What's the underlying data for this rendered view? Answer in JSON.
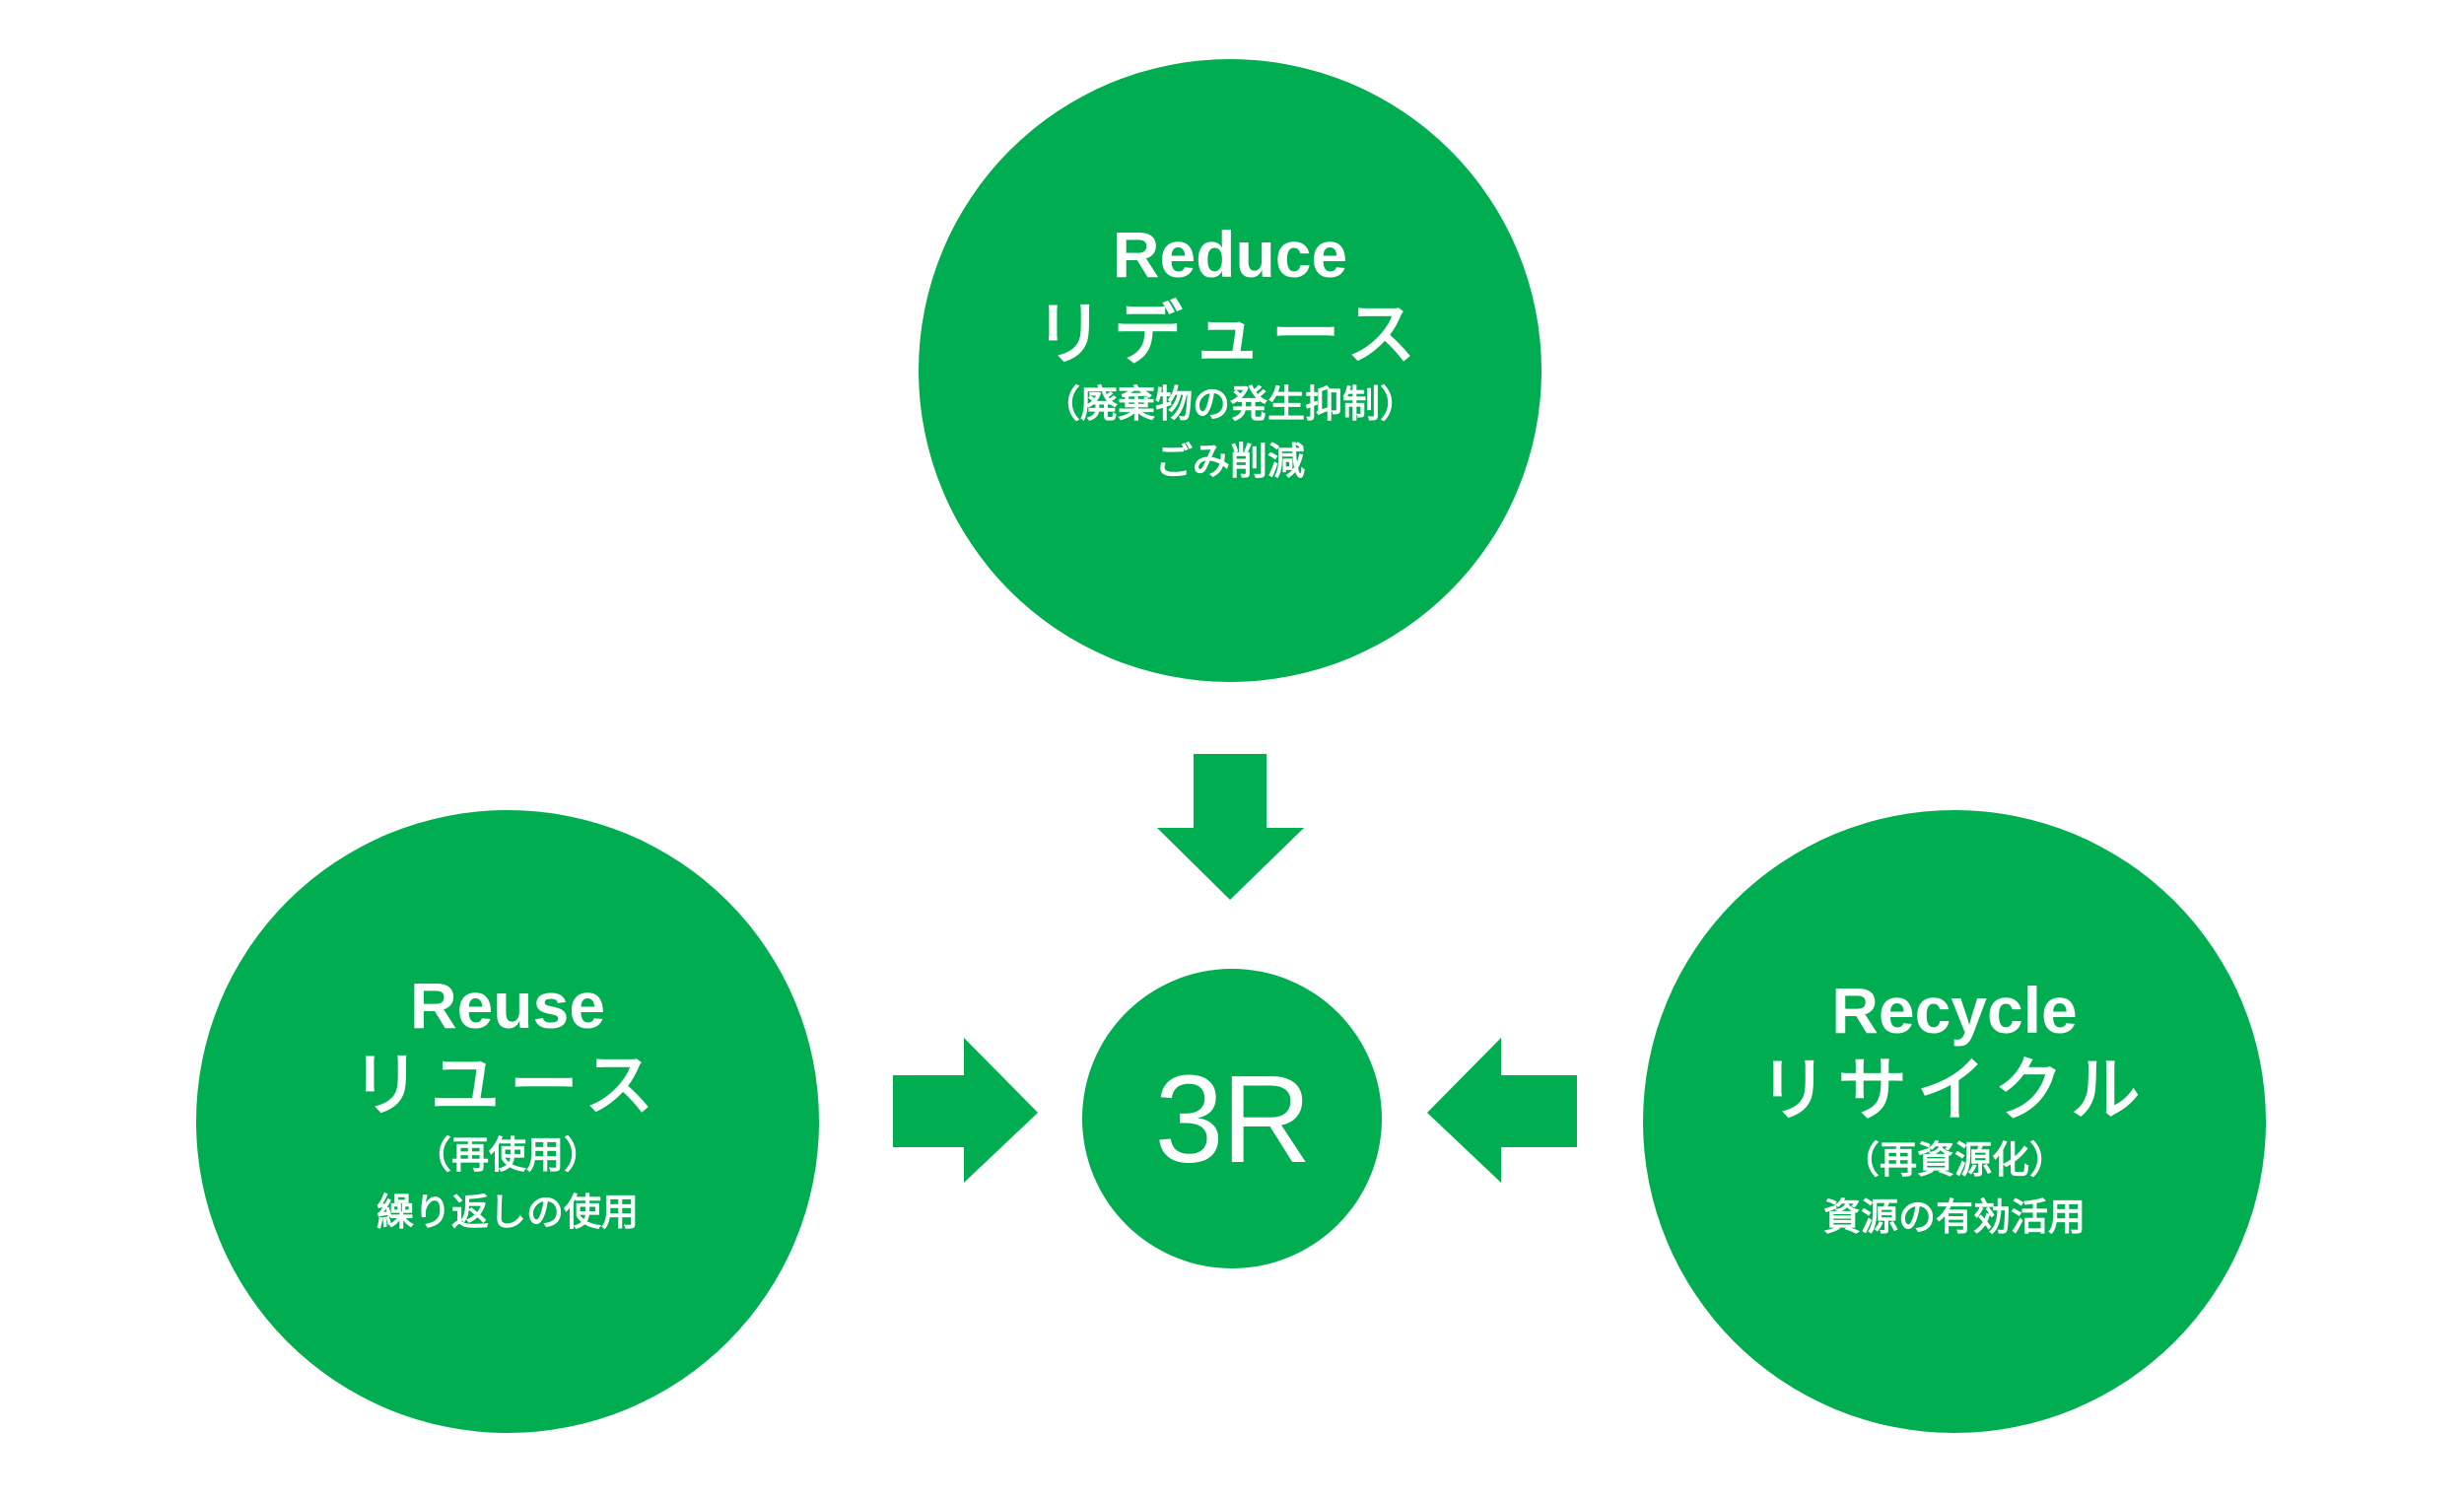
{
  "diagram": {
    "title": "3R",
    "accent_color": "#00AD50",
    "text_color": "#FFFFFF",
    "center": {
      "label": "3R"
    },
    "nodes": [
      {
        "id": "reduce",
        "title_en": "Reduce",
        "title_ja": "リデュース",
        "subtitle": "（廃棄物の発生抑制）",
        "description": "ごみ削減",
        "arrow_direction": "down"
      },
      {
        "id": "reuse",
        "title_en": "Reuse",
        "title_ja": "リユース",
        "subtitle": "（再使用）",
        "description": "繰り返しの使用",
        "arrow_direction": "right"
      },
      {
        "id": "recycle",
        "title_en": "Recycle",
        "title_ja": "リサイクル",
        "subtitle": "（再資源化）",
        "description": "資源の有効活用",
        "arrow_direction": "left"
      }
    ],
    "edges": [
      {
        "from": "reduce",
        "to": "center"
      },
      {
        "from": "reuse",
        "to": "center"
      },
      {
        "from": "recycle",
        "to": "center"
      }
    ]
  }
}
